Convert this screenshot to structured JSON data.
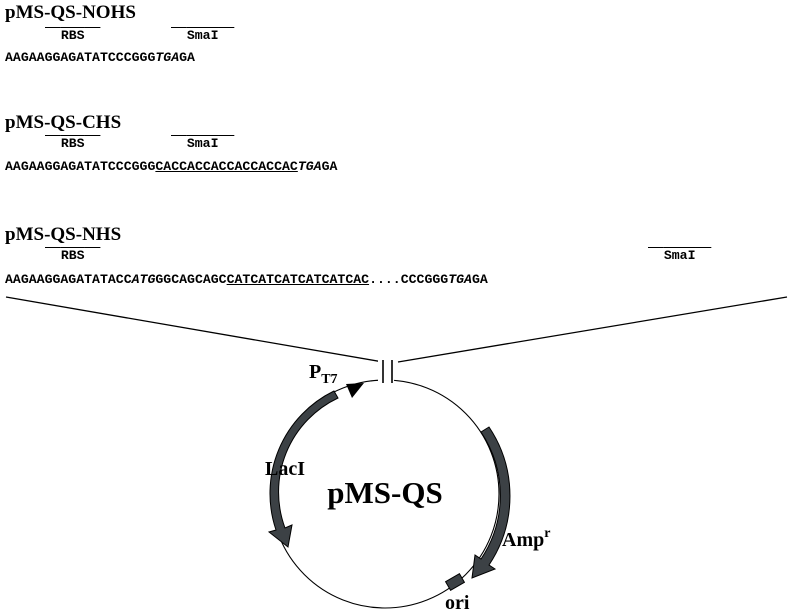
{
  "blocks": [
    {
      "name": "pMS-QS-NOHS",
      "rbs": "RBS",
      "smai": "SmaI",
      "sequence": [
        {
          "t": "AAGAAGGAGATATCCCGGG",
          "s": ""
        },
        {
          "t": "TGA",
          "s": "i"
        },
        {
          "t": "GA",
          "s": ""
        }
      ]
    },
    {
      "name": "pMS-QS-CHS",
      "rbs": "RBS",
      "smai": "SmaI",
      "sequence": [
        {
          "t": "AAGAAGGAGATATCCCGGG",
          "s": ""
        },
        {
          "t": "CACCACCACCACCACCAC",
          "s": "u"
        },
        {
          "t": "TGA",
          "s": "i"
        },
        {
          "t": "GA",
          "s": ""
        }
      ]
    },
    {
      "name": "pMS-QS-NHS",
      "rbs": "RBS",
      "smai": "SmaI",
      "sequence": [
        {
          "t": "AAGAAGGAGATATACC",
          "s": ""
        },
        {
          "t": "ATG",
          "s": "i"
        },
        {
          "t": "GGCAGCAGC",
          "s": ""
        },
        {
          "t": "CATCATCATCATCATCAC",
          "s": "u"
        },
        {
          "t": "....CCCGGG",
          "s": ""
        },
        {
          "t": "TGA",
          "s": "i"
        },
        {
          "t": "GA",
          "s": ""
        }
      ]
    }
  ],
  "plasmid": {
    "name": "pMS-QS",
    "promoter_main": "P",
    "promoter_sub": "T7",
    "laci": "LacI",
    "amp_main": "Amp",
    "amp_sup": "r",
    "ori": "ori"
  },
  "colors": {
    "gene_fill": "#3c4145",
    "line": "#000000",
    "background": "#ffffff"
  }
}
